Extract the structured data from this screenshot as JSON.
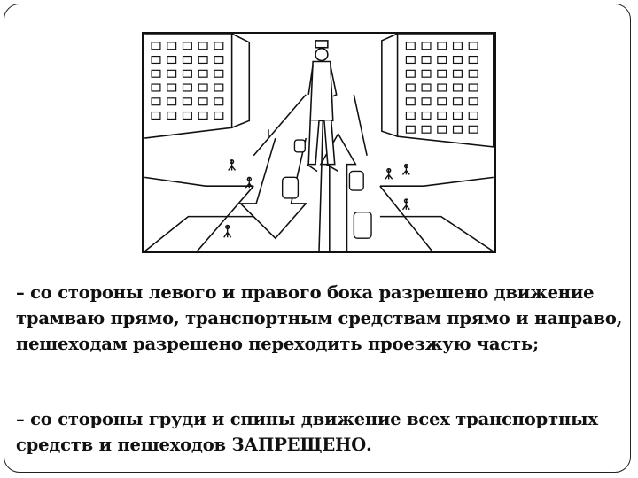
{
  "rules": {
    "paragraph_1": "– со стороны левого и правого бока разрешено движение трамваю прямо, транспортным средствам прямо и направо, пешеходам разрешено переходить проезжую часть;",
    "paragraph_2": "– со стороны груди и спины движение всех транспортных средств и пешеходов ЗАПРЕЩЕНО."
  },
  "illustration": {
    "subject": "traffic-controller-at-intersection",
    "line_color": "#111111"
  }
}
